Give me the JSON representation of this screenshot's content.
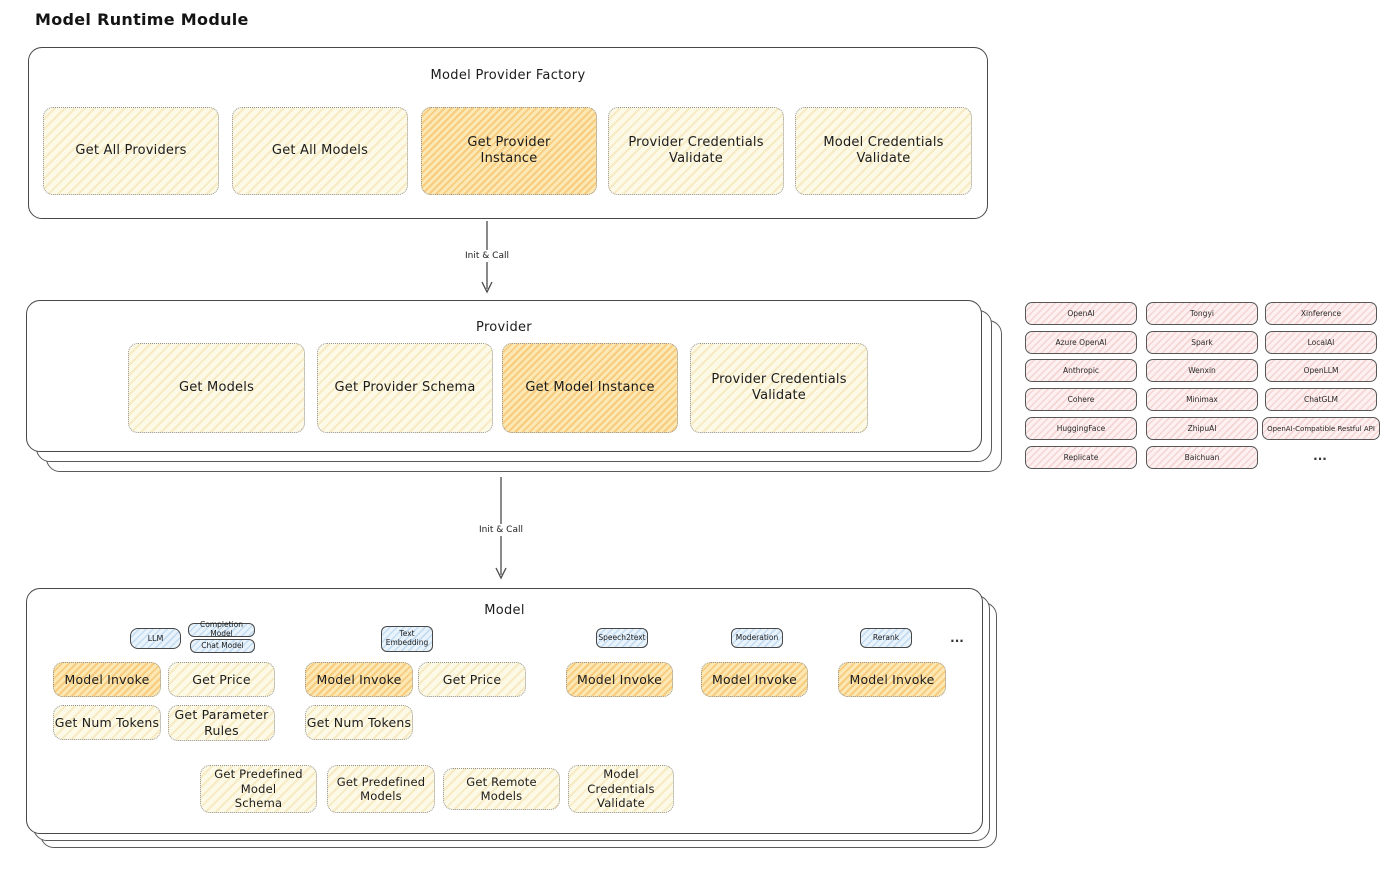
{
  "title": "Model Runtime Module",
  "factory": {
    "title": "Model Provider Factory",
    "buttons": [
      "Get All Providers",
      "Get All Models",
      "Get Provider\nInstance",
      "Provider Credentials\nValidate",
      "Model Credentials\nValidate"
    ]
  },
  "arrows": {
    "init_call_1": "Init & Call",
    "init_call_2": "Init & Call"
  },
  "provider": {
    "title": "Provider",
    "buttons": [
      "Get Models",
      "Get Provider Schema",
      "Get Model Instance",
      "Provider Credentials\nValidate"
    ]
  },
  "provider_list": {
    "col1": [
      "OpenAI",
      "Azure OpenAI",
      "Anthropic",
      "Cohere",
      "HuggingFace",
      "Replicate"
    ],
    "col2": [
      "Tongyi",
      "Spark",
      "Wenxin",
      "Minimax",
      "ZhipuAI",
      "Baichuan"
    ],
    "col3": [
      "Xinference",
      "LocalAI",
      "OpenLLM",
      "ChatGLM",
      "OpenAI-Compatible Restful API"
    ],
    "more": "..."
  },
  "model": {
    "title": "Model",
    "types": {
      "llm": "LLM",
      "completion": "Completion Model",
      "chat": "Chat Model",
      "text_embedding": "Text\nEmbedding",
      "speech2text": "Speech2text",
      "moderation": "Moderation",
      "rerank": "Rerank",
      "more": "..."
    },
    "row1": [
      "Model Invoke",
      "Get Price",
      "Model Invoke",
      "Get Price",
      "Model Invoke",
      "Model Invoke",
      "Model Invoke"
    ],
    "row2": [
      "Get Num Tokens",
      "Get Parameter\nRules",
      "Get Num Tokens"
    ],
    "row3": [
      "Get Predefined Model\nSchema",
      "Get Predefined\nModels",
      "Get Remote Models",
      "Model Credentials\nValidate"
    ]
  },
  "colors": {
    "highlight_hatch": "#f3a024",
    "yellow_fill": "#fdf9e7",
    "blue_fill": "#e9f3fb",
    "pink_fill": "#fdf0f0",
    "stroke": "#484848"
  }
}
